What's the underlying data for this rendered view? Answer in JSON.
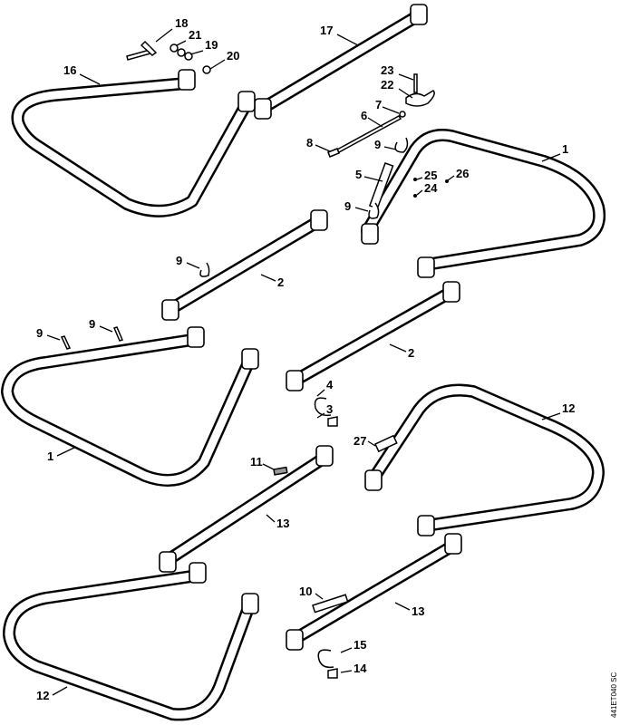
{
  "drawing_code": "441ET040 SC",
  "callouts": [
    "18",
    "21",
    "19",
    "20",
    "17",
    "16",
    "23",
    "22",
    "7",
    "6",
    "8",
    "9",
    "5",
    "25",
    "24",
    "26",
    "1",
    "9",
    "9",
    "2",
    "9",
    "9",
    "2",
    "4",
    "3",
    "12",
    "1",
    "27",
    "11",
    "13",
    "10",
    "13",
    "15",
    "14",
    "12"
  ]
}
